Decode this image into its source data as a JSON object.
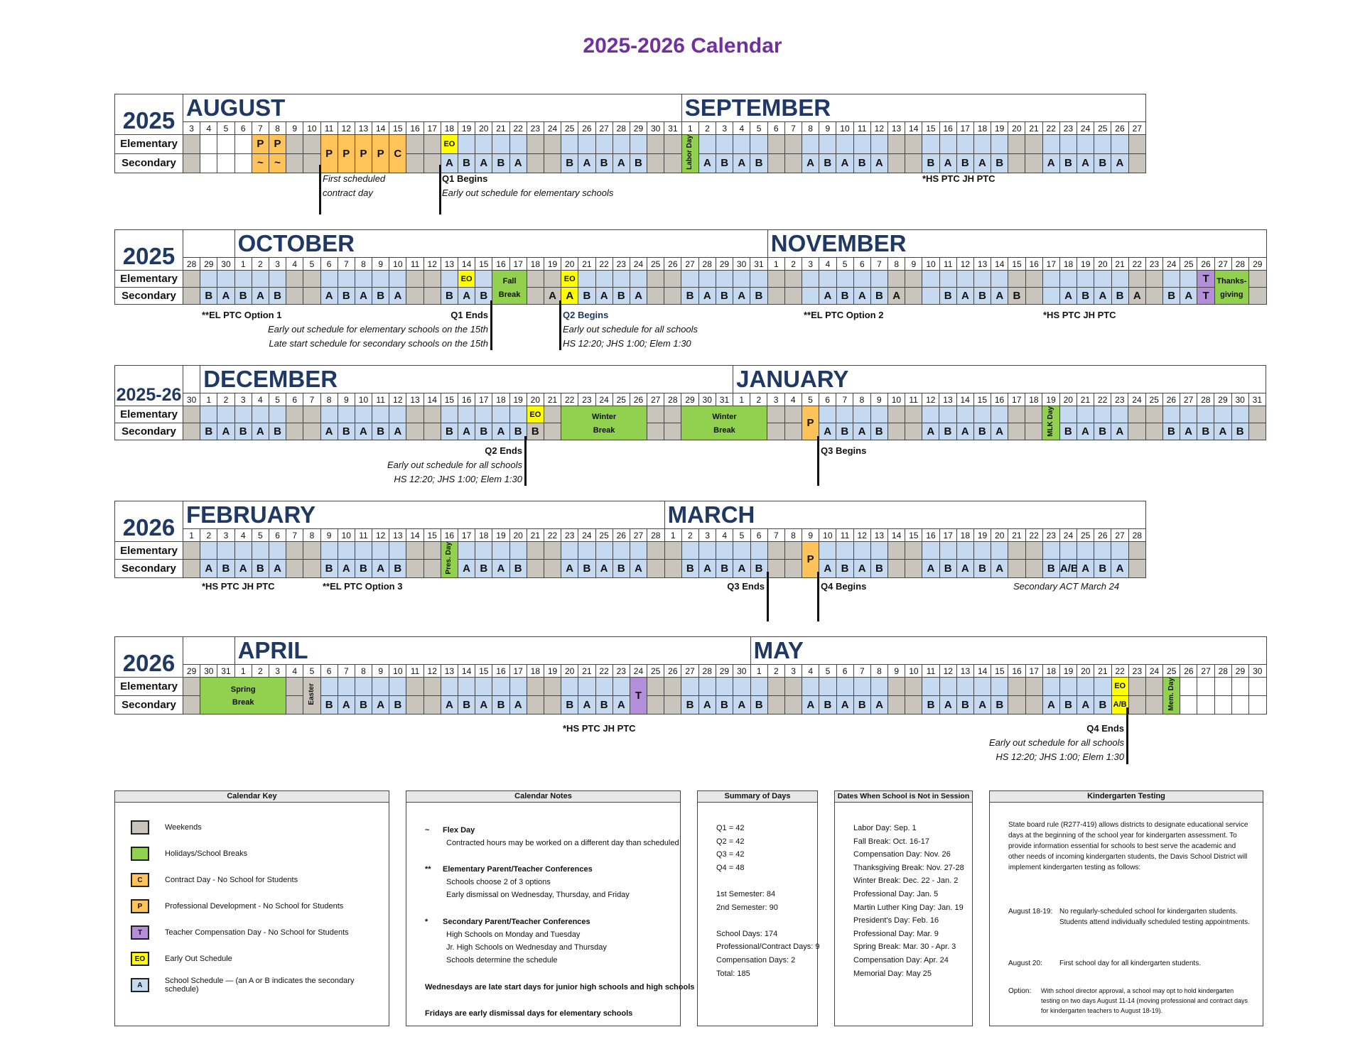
{
  "title": "2025-2026 Calendar",
  "row_labels": {
    "elementary": "Elementary",
    "secondary": "Secondary"
  },
  "blocks": [
    {
      "year": "2025",
      "months": [
        {
          "name": "AUGUST",
          "days": [
            "3",
            "4",
            "5",
            "6",
            "7",
            "8",
            "9",
            "10",
            "11",
            "12",
            "13",
            "14",
            "15",
            "16",
            "17",
            "18",
            "19",
            "20",
            "21",
            "22",
            "23",
            "24",
            "25",
            "26",
            "27",
            "28",
            "29",
            "30",
            "31"
          ]
        },
        {
          "name": "SEPTEMBER",
          "days": [
            "1",
            "2",
            "3",
            "4",
            "5",
            "6",
            "7",
            "8",
            "9",
            "10",
            "11",
            "12",
            "13",
            "14",
            "15",
            "16",
            "17",
            "18",
            "19",
            "20",
            "21",
            "22",
            "23",
            "24",
            "25",
            "26",
            "27"
          ]
        }
      ],
      "elementary": [
        "",
        "",
        "",
        "",
        "P",
        "P",
        "",
        "",
        "P",
        "P",
        "P",
        "P",
        "C",
        "",
        "",
        "EO",
        "",
        "",
        "",
        "",
        "",
        "",
        "",
        "",
        "",
        "",
        "",
        "",
        "",
        "Labor Day",
        "",
        "",
        "",
        "",
        "",
        "",
        "",
        "",
        "",
        "",
        "",
        "",
        "",
        "",
        "",
        "",
        "",
        "",
        "",
        "",
        "",
        "",
        "",
        "",
        "",
        "",
        ""
      ],
      "secondary": [
        "",
        "",
        "",
        "",
        "~",
        "~",
        "",
        "",
        "",
        "",
        "",
        "",
        "",
        "",
        "",
        "A",
        "B",
        "A",
        "B",
        "A",
        "",
        "",
        "B",
        "A",
        "B",
        "A",
        "B",
        "",
        "",
        "",
        "A",
        "B",
        "A",
        "B",
        "",
        "",
        "A",
        "B",
        "A",
        "B",
        "A",
        "",
        "",
        "B",
        "A",
        "B",
        "A",
        "B",
        "",
        "",
        "A",
        "B",
        "A",
        "B",
        "A",
        ""
      ],
      "notes": {
        "first_contract": [
          "First scheduled",
          "contract day"
        ],
        "q1_begins": "Q1 Begins",
        "early_out_elem": "Early out schedule for elementary schools",
        "hs_ptc": "*HS PTC JH PTC"
      }
    },
    {
      "year": "2025",
      "months": [
        {
          "name": "OCTOBER",
          "days": [
            "28",
            "29",
            "30",
            "1",
            "2",
            "3",
            "4",
            "5",
            "6",
            "7",
            "8",
            "9",
            "10",
            "11",
            "12",
            "13",
            "14",
            "15",
            "16",
            "17",
            "18",
            "19",
            "20",
            "21",
            "22",
            "23",
            "24",
            "25",
            "26",
            "27",
            "28",
            "29",
            "30",
            "31"
          ]
        },
        {
          "name": "NOVEMBER",
          "days": [
            "1",
            "2",
            "3",
            "4",
            "5",
            "6",
            "7",
            "8",
            "9",
            "10",
            "11",
            "12",
            "13",
            "14",
            "15",
            "16",
            "17",
            "18",
            "19",
            "20",
            "21",
            "22",
            "23",
            "24",
            "25",
            "26",
            "27",
            "28",
            "29"
          ]
        }
      ],
      "elementary": [
        "",
        "",
        "",
        "",
        "",
        "",
        "",
        "",
        "",
        "",
        "",
        "",
        "",
        "",
        "",
        "",
        "EO",
        "Fall",
        "",
        "",
        "",
        "EO",
        "",
        "",
        "",
        "",
        "",
        "",
        "",
        "",
        "",
        "",
        "",
        "",
        "",
        "",
        "",
        "",
        "",
        "",
        "",
        "",
        "",
        "",
        "",
        "",
        "",
        "",
        "",
        "",
        "",
        "",
        "",
        "",
        "",
        "",
        "",
        "T",
        "Thanks-",
        ""
      ],
      "secondary": [
        "",
        "B",
        "A",
        "B",
        "A",
        "B",
        "",
        "",
        "A",
        "B",
        "A",
        "B",
        "A",
        "",
        "",
        "B",
        "A",
        "B",
        "Break",
        "",
        "",
        "A",
        "A",
        "B",
        "A",
        "B",
        "A",
        "",
        "",
        "B",
        "A",
        "B",
        "A",
        "B",
        "",
        "",
        "",
        "A",
        "B",
        "A",
        "B",
        "A",
        "",
        "",
        "B",
        "A",
        "B",
        "A",
        "B",
        "",
        "",
        "A",
        "B",
        "A",
        "B",
        "A",
        "",
        "B",
        "A",
        "T",
        "giving",
        ""
      ],
      "notes": {
        "el_ptc1": "**EL PTC Option 1",
        "q1_ends": "Q1 Ends",
        "early_out_15": "Early out schedule for elementary schools on the 15th",
        "late_start_15": "Late start schedule for secondary schools on the 15th",
        "q2_begins": "Q2 Begins",
        "early_out_all": "Early out schedule for all schools",
        "times": "HS 12:20; JHS 1:00; Elem 1:30",
        "el_ptc2": "**EL PTC Option 2",
        "hs_ptc": "*HS PTC JH PTC"
      }
    },
    {
      "year": "2025-26",
      "months": [
        {
          "name": "DECEMBER",
          "days": [
            "30",
            "1",
            "2",
            "3",
            "4",
            "5",
            "6",
            "7",
            "8",
            "9",
            "10",
            "11",
            "12",
            "13",
            "14",
            "15",
            "16",
            "17",
            "18",
            "19",
            "20",
            "21",
            "22",
            "23",
            "24",
            "25",
            "26",
            "27",
            "28",
            "29",
            "30",
            "31"
          ]
        },
        {
          "name": "JANUARY",
          "days": [
            "1",
            "2",
            "3",
            "4",
            "5",
            "6",
            "7",
            "8",
            "9",
            "10",
            "11",
            "12",
            "13",
            "14",
            "15",
            "16",
            "17",
            "18",
            "19",
            "20",
            "21",
            "22",
            "23",
            "24",
            "25",
            "26",
            "27",
            "28",
            "29",
            "30",
            "31"
          ]
        }
      ],
      "winter_break": [
        "Winter",
        "Break"
      ],
      "mlk": "MLK Day",
      "notes": {
        "q2_ends": "Q2 Ends",
        "early_out_all": "Early out schedule for all schools",
        "times": "HS 12:20; JHS 1:00; Elem 1:30",
        "q3_begins": "Q3 Begins"
      }
    },
    {
      "year": "2026",
      "months": [
        {
          "name": "FEBRUARY",
          "days": [
            "1",
            "2",
            "3",
            "4",
            "5",
            "6",
            "7",
            "8",
            "9",
            "10",
            "11",
            "12",
            "13",
            "14",
            "15",
            "16",
            "17",
            "18",
            "19",
            "20",
            "21",
            "22",
            "23",
            "24",
            "25",
            "26",
            "27",
            "28"
          ]
        },
        {
          "name": "MARCH",
          "days": [
            "1",
            "2",
            "3",
            "4",
            "5",
            "6",
            "7",
            "8",
            "9",
            "10",
            "11",
            "12",
            "13",
            "14",
            "15",
            "16",
            "17",
            "18",
            "19",
            "20",
            "21",
            "22",
            "23",
            "24",
            "25",
            "26",
            "27",
            "28"
          ]
        }
      ],
      "pres_day": "Pres. Day",
      "notes": {
        "hs_ptc": "*HS PTC JH PTC",
        "el_ptc3": "**EL PTC Option 3",
        "q3_ends": "Q3 Ends",
        "q4_begins": "Q4 Begins",
        "act": "Secondary ACT March 24"
      }
    },
    {
      "year": "2026",
      "months": [
        {
          "name": "APRIL",
          "days": [
            "29",
            "30",
            "31",
            "1",
            "2",
            "3",
            "4",
            "5",
            "6",
            "7",
            "8",
            "9",
            "10",
            "11",
            "12",
            "13",
            "14",
            "15",
            "16",
            "17",
            "18",
            "19",
            "20",
            "21",
            "22",
            "23",
            "24",
            "25",
            "26",
            "27",
            "28",
            "29",
            "30"
          ]
        },
        {
          "name": "MAY",
          "days": [
            "1",
            "2",
            "3",
            "4",
            "5",
            "6",
            "7",
            "8",
            "9",
            "10",
            "11",
            "12",
            "13",
            "14",
            "15",
            "16",
            "17",
            "18",
            "19",
            "20",
            "21",
            "22",
            "23",
            "24",
            "25",
            "26",
            "27",
            "28",
            "29",
            "30"
          ]
        }
      ],
      "spring_break": [
        "Spring",
        "Break"
      ],
      "easter": "Easter",
      "mem_day": "Mem. Day",
      "notes": {
        "hs_ptc": "*HS PTC JH PTC",
        "q4_ends": "Q4 Ends",
        "early_out_all": "Early out schedule for all schools",
        "times": "HS 12:20; JHS 1:00; Elem 1:30"
      }
    }
  ],
  "key": {
    "title": "Calendar Key",
    "items": [
      {
        "swatch": "",
        "color": "#c9c5bd",
        "label": "Weekends"
      },
      {
        "swatch": "",
        "color": "#92d050",
        "label": "Holidays/School Breaks"
      },
      {
        "swatch": "C",
        "color": "#ffc35a",
        "label": "Contract Day - No School for Students"
      },
      {
        "swatch": "P",
        "color": "#ffc35a",
        "label": "Professional Development - No School for Students"
      },
      {
        "swatch": "T",
        "color": "#b48fd9",
        "label": "Teacher Compensation Day - No School for Students"
      },
      {
        "swatch": "EO",
        "color": "#ffff00",
        "label": "Early Out Schedule"
      },
      {
        "swatch": "A",
        "color": "#c5d9f1",
        "label": "School Schedule — (an A or B indicates the secondary schedule)"
      }
    ]
  },
  "notes_box": {
    "title": "Calendar Notes",
    "flex_sym": "~",
    "flex_title": "Flex Day",
    "flex_text": "Contracted hours may be worked on a different day than scheduled",
    "el_sym": "**",
    "el_title": "Elementary Parent/Teacher Conferences",
    "el_l1": "Schools choose 2 of 3 options",
    "el_l2": "Early dismissal on Wednesday, Thursday, and Friday",
    "sec_sym": "*",
    "sec_title": "Secondary Parent/Teacher Conferences",
    "sec_l1": "High Schools on Monday and Tuesday",
    "sec_l2": "Jr. High Schools on Wednesday and Thursday",
    "sec_l3": "Schools determine the schedule",
    "wed": "Wednesdays are late start days for junior high schools and high schools",
    "fri": "Fridays are early dismissal days for elementary schools"
  },
  "summary": {
    "title": "Summary of Days",
    "lines": [
      "Q1 = 42",
      "Q2 = 42",
      "Q3 = 42",
      "Q4 = 48",
      "",
      "1st Semester: 84",
      "2nd Semester: 90",
      "",
      "School Days: 174",
      "Professional/Contract Days: 9",
      "Compensation Days: 2",
      "Total: 185"
    ]
  },
  "not_in_session": {
    "title": "Dates When School is Not in Session",
    "lines": [
      "Labor Day: Sep. 1",
      "Fall Break: Oct. 16-17",
      "Compensation Day: Nov. 26",
      "Thanksgiving Break: Nov. 27-28",
      "Winter Break: Dec. 22 - Jan. 2",
      "Professional Day: Jan. 5",
      "Martin Luther King Day: Jan. 19",
      "President's Day: Feb. 16",
      "Professional Day: Mar. 9",
      "Spring Break: Mar. 30 - Apr. 3",
      "Compensation Day: Apr. 24",
      "Memorial Day: May 25"
    ]
  },
  "kindergarten": {
    "title": "Kindergarten Testing",
    "intro": "State board rule (R277-419) allows districts to designate educational service days at the beginning of the school year for kindergarten assessment. To provide information essential for schools to best serve the academic and other needs of incoming kindergarten students, the Davis School District will implement kindergarten testing as follows:",
    "aug1819_label": "August 18-19:",
    "aug1819_text": "No regularly-scheduled school for kindergarten students. Students attend individually scheduled testing appointments.",
    "aug20_label": "August 20:",
    "aug20_text": "First school day for all kindergarten students.",
    "option_label": "Option:",
    "option_text": "With school director approval, a school may opt to hold kindergarten testing on two days August 11-14 (moving professional and contract days for kindergarten teachers to August 18-19)."
  }
}
